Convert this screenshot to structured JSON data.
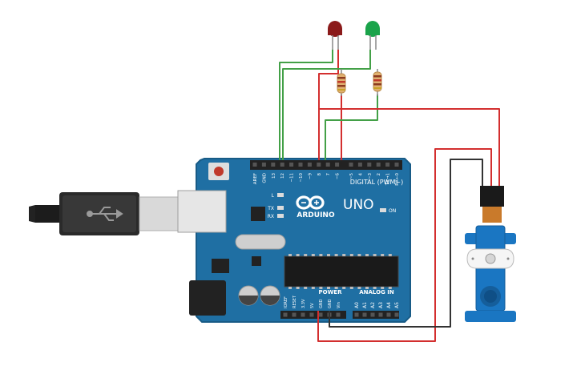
{
  "board": {
    "brand": "ARDUINO",
    "model": "UNO",
    "digital_label": "DIGITAL (PWM~)",
    "power_label": "POWER",
    "analog_label": "ANALOG IN",
    "on_label": "ON",
    "l_label": "L",
    "tx_label": "TX",
    "rx_label": "RX",
    "digital_pins": [
      "AREF",
      "GND",
      "13",
      "12",
      "~11",
      "~10",
      "~9",
      "8",
      "7",
      "~6",
      "~5",
      "4",
      "~3",
      "2",
      "TX→1",
      "RX←0"
    ],
    "power_pins": [
      "IOREF",
      "RESET",
      "3.3V",
      "5V",
      "GND",
      "GND",
      "Vin"
    ],
    "analog_pins": [
      "A0",
      "A1",
      "A2",
      "A3",
      "A4",
      "A5"
    ]
  },
  "components": {
    "led_red": {
      "color": "#8b1a1a"
    },
    "led_green": {
      "color": "#1aa34a"
    },
    "wire_red": "#d32f2f",
    "wire_green": "#43a047",
    "wire_black": "#333333"
  }
}
